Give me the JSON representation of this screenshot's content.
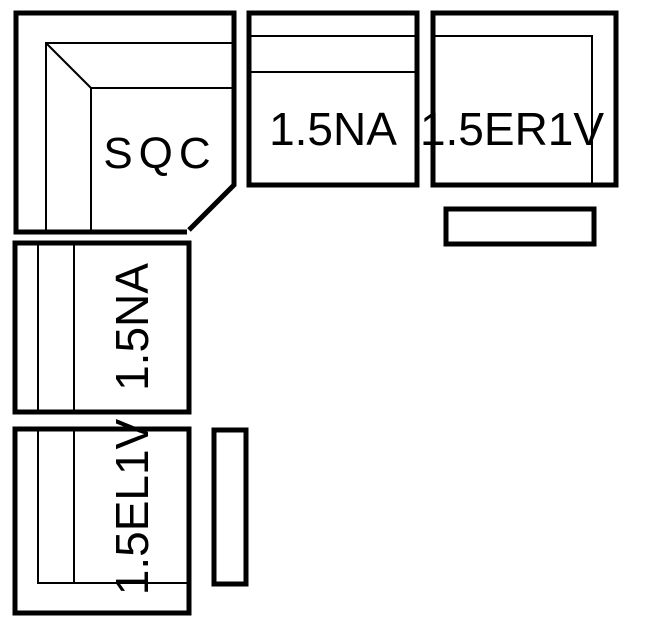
{
  "pieces": {
    "corner": {
      "label": "SQC"
    },
    "top_armless": {
      "label": "1.5NA"
    },
    "top_right_arm": {
      "label": "1.5ER1V"
    },
    "left_armless": {
      "label": "1.5NA"
    },
    "left_left_arm": {
      "label": "1.5EL1V"
    }
  },
  "ottomans": {
    "top": {
      "label": ""
    },
    "left": {
      "label": ""
    }
  }
}
